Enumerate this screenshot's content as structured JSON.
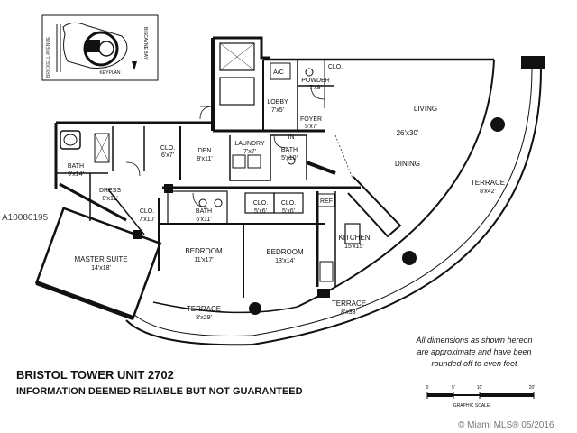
{
  "listing_id": "A10080195",
  "watermark": "© Miami MLS® 05/2016",
  "title": {
    "line1": "BRISTOL TOWER UNIT 2702",
    "line2": "INFORMATION DEEMED RELIABLE BUT NOT GUARANTEED"
  },
  "disclaimer": [
    "All dimensions as shown hereon",
    "are approximate and have been",
    "rounded off to even feet"
  ],
  "key_plan": {
    "label": "KEYPLAN",
    "streets": [
      "BRICKELL AVENUE",
      "BISCAYNE BAY"
    ]
  },
  "graphic_scale": {
    "label": "GRAPHIC SCALE",
    "ticks": [
      "0",
      "5'",
      "10'",
      "20'"
    ]
  },
  "rooms": {
    "living": {
      "name": "LIVING",
      "dim": "26'x30'"
    },
    "dining": {
      "name": "DINING"
    },
    "terrace_east": {
      "name": "TERRACE",
      "dim": "8'x42'"
    },
    "terrace_south": {
      "name": "TERRACE",
      "dim": "8'x33'"
    },
    "terrace_west": {
      "name": "TERRACE",
      "dim": "8'x29'"
    },
    "lobby": {
      "name": "LOBBY",
      "dim": "7'x5'"
    },
    "powder": {
      "name": "POWDER",
      "dim": "7'x8'"
    },
    "foyer": {
      "name": "FOYER",
      "dim": "5'x7'"
    },
    "den": {
      "name": "DEN",
      "dim": "8'x11'"
    },
    "laundry": {
      "name": "LAUNDRY",
      "dim": "7'x7'"
    },
    "bath_hall": {
      "name": "BATH",
      "dim": "5'x10'"
    },
    "kitchen": {
      "name": "KITCHEN",
      "dim": "15'x15'"
    },
    "bedroom_1": {
      "name": "BEDROOM",
      "dim": "11'x17'"
    },
    "bedroom_2": {
      "name": "BEDROOM",
      "dim": "13'x14'"
    },
    "bath_2": {
      "name": "BATH",
      "dim": "6'x11'"
    },
    "clo_1": {
      "name": "CLO.",
      "dim": "5'x6'"
    },
    "clo_2": {
      "name": "CLO.",
      "dim": "5'x6'"
    },
    "clo_master_1": {
      "name": "CLO.",
      "dim": "6'x7'"
    },
    "clo_master_2": {
      "name": "CLO.",
      "dim": "7'x10'"
    },
    "clo_entry": {
      "name": "CLO."
    },
    "bath_master": {
      "name": "BATH",
      "dim": "9'x14'"
    },
    "dress": {
      "name": "DRESS",
      "dim": "8'x11'"
    },
    "master_suite": {
      "name": "MASTER SUITE",
      "dim": "14'x18'"
    },
    "ac": {
      "name": "A/C"
    },
    "in": {
      "name": "IN"
    },
    "ref": {
      "name": "REF"
    }
  }
}
